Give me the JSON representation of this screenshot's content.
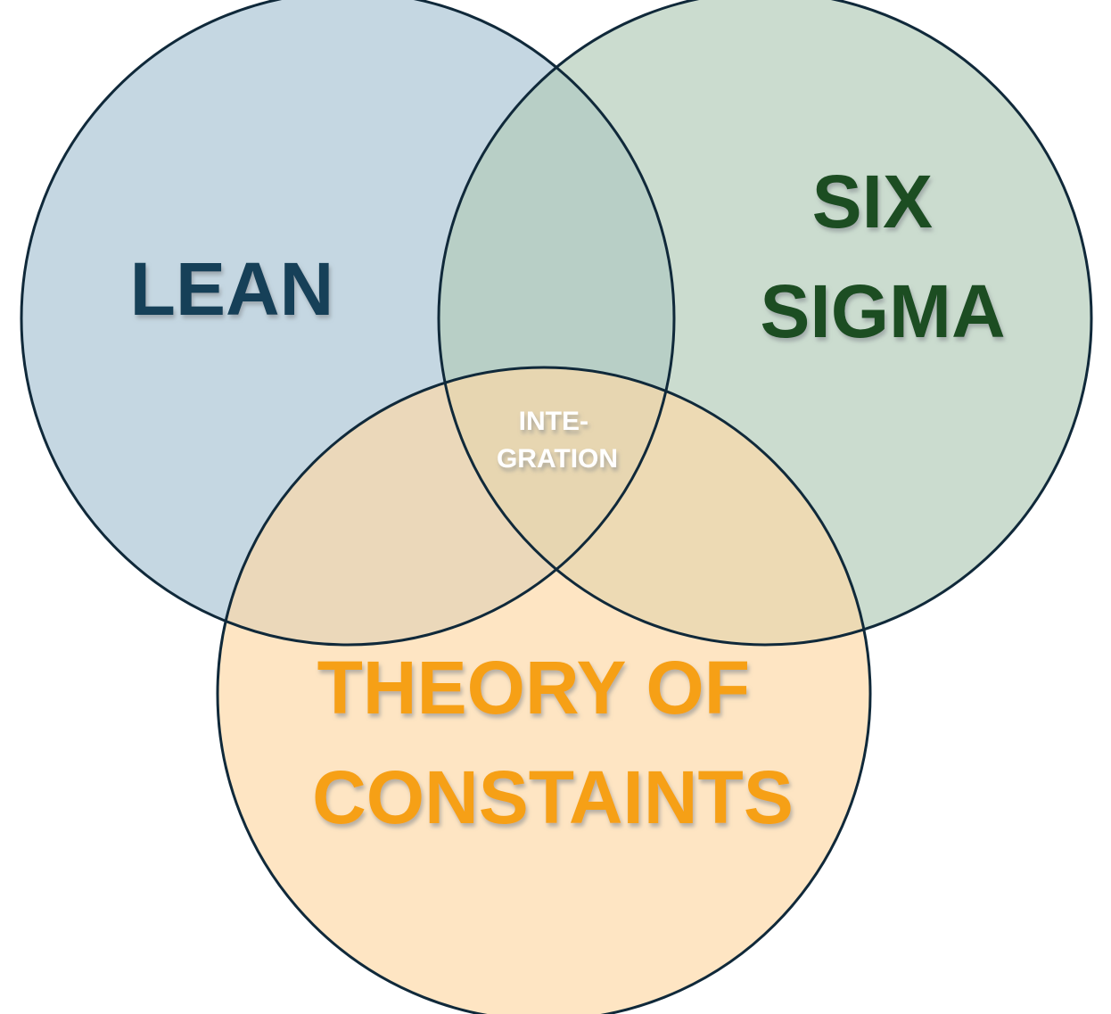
{
  "diagram": {
    "type": "venn",
    "sets": [
      {
        "id": "lean",
        "lines": [
          "LEAN"
        ],
        "fill": "#a9c4d4",
        "text_color": "#134058"
      },
      {
        "id": "six-sigma",
        "lines": [
          "SIX",
          "SIGMA"
        ],
        "fill": "#b2cbb8",
        "text_color": "#1c4d24"
      },
      {
        "id": "toc",
        "lines": [
          "THEORY OF",
          "CONSTAINTS"
        ],
        "fill": "#fdd9a6",
        "text_color": "#f6a019"
      }
    ],
    "intersection": {
      "lines": [
        "INTE-",
        "GRATION"
      ],
      "text_color": "#ffffff"
    },
    "outline_color": "#10293a",
    "shadow_color": "#9aa0a4"
  }
}
